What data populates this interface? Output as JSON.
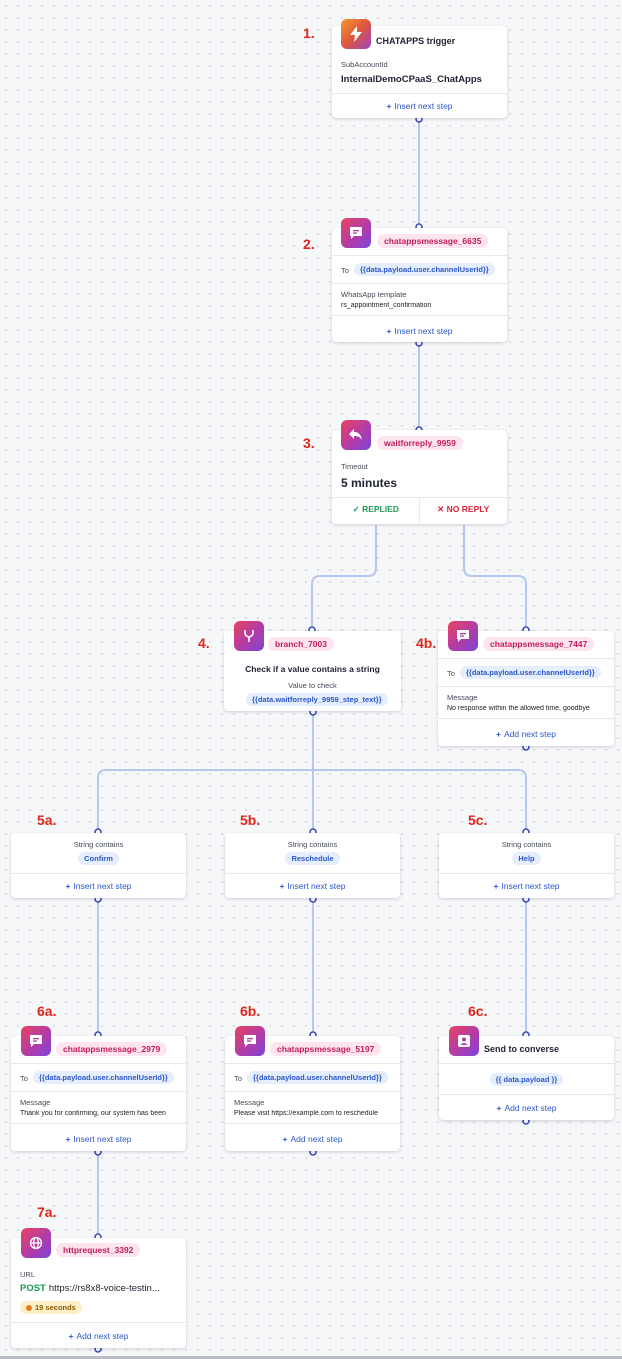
{
  "steps": {
    "s1": "1.",
    "s2": "2.",
    "s3": "3.",
    "s4": "4.",
    "s4b": "4b.",
    "s5a": "5a.",
    "s5b": "5b.",
    "s5c": "5c.",
    "s6a": "6a.",
    "s6b": "6b.",
    "s6c": "6c.",
    "s7a": "7a."
  },
  "trigger": {
    "title": "CHATAPPS trigger",
    "field_label": "SubAccountId",
    "field_value": "InternalDemoCPaaS_ChatApps",
    "action": "Insert next step",
    "icon": "bolt-icon"
  },
  "msg6635": {
    "title": "chatappsmessage_6635",
    "to_label": "To",
    "to_value": "{{data.payload.user.channelUserId}}",
    "field_label": "WhatsApp template",
    "field_value": "rs_appointment_confirmation",
    "action": "Insert next step",
    "icon": "chat-bubble-icon"
  },
  "wait": {
    "title": "waitforreply_9959",
    "field_label": "Timeout",
    "field_value": "5 minutes",
    "replied": "REPLIED",
    "no_reply": "NO REPLY",
    "icon": "reply-arrow-icon"
  },
  "branch": {
    "title": "branch_7003",
    "heading": "Check if a value contains a string",
    "field_label": "Value to check",
    "field_value": "{{data.waitforreply_9959_step_text}}",
    "icon": "branch-icon"
  },
  "msg7447": {
    "title": "chatappsmessage_7447",
    "to_label": "To",
    "to_value": "{{data.payload.user.channelUserId}}",
    "field_label": "Message",
    "field_value": "No response within the allowed time, goodbye",
    "action": "Add next step",
    "icon": "chat-bubble-icon"
  },
  "cond_a": {
    "label": "String contains",
    "value": "Confirm",
    "action": "Insert next step"
  },
  "cond_b": {
    "label": "String contains",
    "value": "Reschedule",
    "action": "Insert next step"
  },
  "cond_c": {
    "label": "String contains",
    "value": "Help",
    "action": "Insert next step"
  },
  "msg2979": {
    "title": "chatappsmessage_2979",
    "to_label": "To",
    "to_value": "{{data.payload.user.channelUserId}}",
    "field_label": "Message",
    "field_value": "Thank you for confirming, our system has been",
    "action": "Insert next step",
    "icon": "chat-bubble-icon"
  },
  "msg5197": {
    "title": "chatappsmessage_5197",
    "to_label": "To",
    "to_value": "{{data.payload.user.channelUserId}}",
    "field_label": "Message",
    "field_value": "Please visit https://example.com to reschedule",
    "action": "Add next step",
    "icon": "chat-bubble-icon"
  },
  "converse": {
    "title": "Send to converse",
    "chip": "{{ data.payload }}",
    "action": "Add next step",
    "icon": "agent-icon"
  },
  "http": {
    "title": "httprequest_3392",
    "field_label": "URL",
    "method": "POST",
    "url": "https://rs8x8-voice-testin...",
    "timer": "19 seconds",
    "action": "Add next step",
    "icon": "globe-icon"
  },
  "colors": {
    "wire": "#b6c6ee",
    "port": "#3b4bbf",
    "accent": "#2d57c9",
    "pill": "#c21e5e"
  }
}
